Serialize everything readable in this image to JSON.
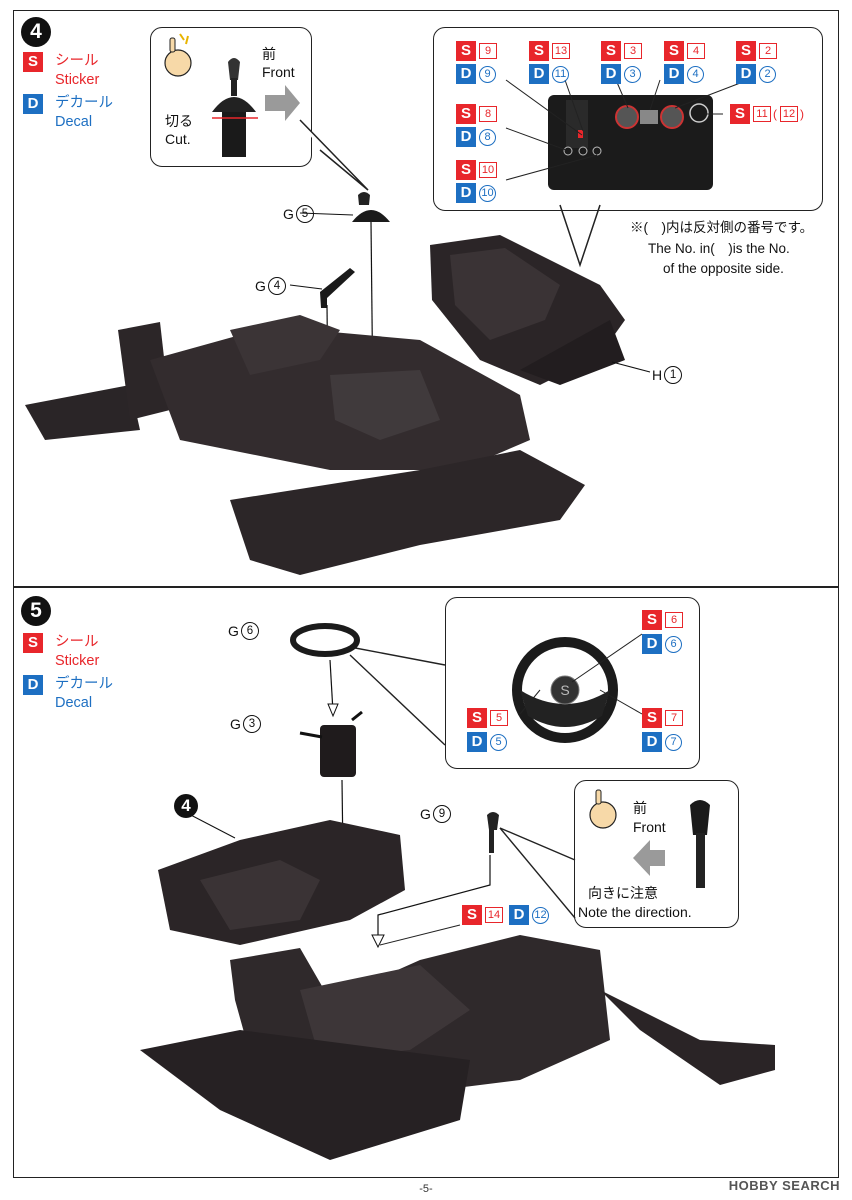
{
  "page_number": "-5-",
  "watermark": "HOBBY SEARCH",
  "legend": {
    "s_letter": "S",
    "d_letter": "D",
    "sticker_jp": "シール",
    "sticker_en": "Sticker",
    "decal_jp": "デカール",
    "decal_en": "Decal"
  },
  "step4": {
    "number": "4",
    "shift_callout": {
      "front_jp": "前",
      "front_en": "Front",
      "cut_jp": "切る",
      "cut_en": "Cut."
    },
    "dash_callout": {
      "badges": [
        {
          "s": "9",
          "d": "9"
        },
        {
          "s": "13",
          "d": "11"
        },
        {
          "s": "3",
          "d": "3"
        },
        {
          "s": "4",
          "d": "4"
        },
        {
          "s": "2",
          "d": "2"
        },
        {
          "s": "8",
          "d": "8"
        },
        {
          "s": "10",
          "d": "10"
        },
        {
          "s": "11",
          "alt": "12"
        }
      ]
    },
    "note_jp": "※(　)内は反対側の番号です。",
    "note_en1": "The No. in(　)is the No.",
    "note_en2": "of the opposite side.",
    "parts": [
      {
        "letter": "G",
        "num": "5"
      },
      {
        "letter": "G",
        "num": "4"
      },
      {
        "letter": "H",
        "num": "1"
      }
    ]
  },
  "step5": {
    "number": "5",
    "sub_ref": "4",
    "wheel_callout": {
      "badges": [
        {
          "s": "6",
          "d": "6"
        },
        {
          "s": "5",
          "d": "5"
        },
        {
          "s": "7",
          "d": "7"
        }
      ]
    },
    "shift_callout": {
      "front_jp": "前",
      "front_en": "Front",
      "dir_jp": "向きに注意",
      "dir_en": "Note the direction."
    },
    "parts": [
      {
        "letter": "G",
        "num": "6"
      },
      {
        "letter": "G",
        "num": "3"
      },
      {
        "letter": "G",
        "num": "9"
      }
    ],
    "console_badge": {
      "s": "14",
      "d": "12"
    }
  },
  "colors": {
    "sticker_red": "#e8262b",
    "decal_blue": "#1d6fc2"
  }
}
